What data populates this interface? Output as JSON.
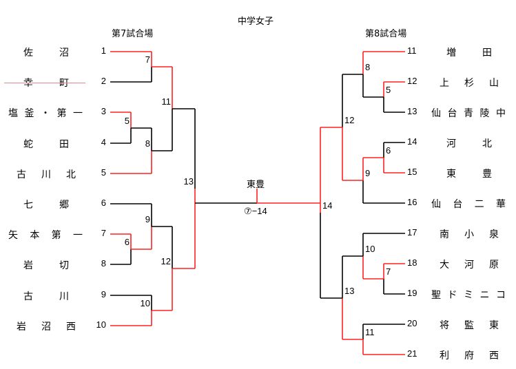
{
  "title": "中学女子",
  "left_venue": "第7試合場",
  "right_venue": "第8試合場",
  "final": {
    "winner": "東豊",
    "score": "⑦−14",
    "left_match": "13",
    "right_match": "14",
    "winner_side": "right"
  },
  "colors": {
    "winner_line": "#ff2020",
    "loser_line": "#000000",
    "strike": "#e08a8a"
  },
  "left_teams": [
    {
      "seed": "1",
      "name": [
        "佐",
        "沼"
      ],
      "struck": false
    },
    {
      "seed": "2",
      "name": [
        "幸",
        "町"
      ],
      "struck": true
    },
    {
      "seed": "3",
      "name": [
        "塩",
        "釜",
        "・",
        "第",
        "一"
      ],
      "struck": false
    },
    {
      "seed": "4",
      "name": [
        "蛇",
        "田"
      ],
      "struck": false
    },
    {
      "seed": "5",
      "name": [
        "古",
        "川",
        "北"
      ],
      "struck": false
    },
    {
      "seed": "6",
      "name": [
        "七",
        "郷"
      ],
      "struck": false
    },
    {
      "seed": "7",
      "name": [
        "矢",
        "本",
        "第",
        "一"
      ],
      "struck": false
    },
    {
      "seed": "8",
      "name": [
        "岩",
        "切"
      ],
      "struck": false
    },
    {
      "seed": "9",
      "name": [
        "古",
        "川"
      ],
      "struck": false
    },
    {
      "seed": "10",
      "name": [
        "岩",
        "沼",
        "西"
      ],
      "struck": false
    }
  ],
  "right_teams": [
    {
      "seed": "11",
      "name": [
        "増",
        "田"
      ]
    },
    {
      "seed": "12",
      "name": [
        "上",
        "杉",
        "山"
      ]
    },
    {
      "seed": "13",
      "name": [
        "仙",
        "台",
        "青",
        "陵",
        "中"
      ]
    },
    {
      "seed": "14",
      "name": [
        "河",
        "北"
      ]
    },
    {
      "seed": "15",
      "name": [
        "東",
        "豊"
      ]
    },
    {
      "seed": "16",
      "name": [
        "仙",
        "台",
        "二",
        "華"
      ]
    },
    {
      "seed": "17",
      "name": [
        "南",
        "小",
        "泉"
      ]
    },
    {
      "seed": "18",
      "name": [
        "大",
        "河",
        "原"
      ]
    },
    {
      "seed": "19",
      "name": [
        "聖",
        "ド",
        "ミ",
        "ニ",
        "コ"
      ]
    },
    {
      "seed": "20",
      "name": [
        "将",
        "監",
        "東"
      ]
    },
    {
      "seed": "21",
      "name": [
        "利",
        "府",
        "西"
      ]
    }
  ],
  "left_matches": [
    {
      "id": "7",
      "a": "t1",
      "b": "t2",
      "winner": "a"
    },
    {
      "id": "5",
      "a": "t3",
      "b": "t4",
      "winner": "a"
    },
    {
      "id": "8",
      "a": "m5",
      "b": "t5",
      "winner": "b"
    },
    {
      "id": "11",
      "a": "m7",
      "b": "m8",
      "winner": "a"
    },
    {
      "id": "6",
      "a": "t7",
      "b": "t8",
      "winner": "a"
    },
    {
      "id": "9",
      "a": "t6",
      "b": "m6",
      "winner": "b"
    },
    {
      "id": "10",
      "a": "t9",
      "b": "t10",
      "winner": "b"
    },
    {
      "id": "12",
      "a": "m9",
      "b": "m10",
      "winner": "b"
    },
    {
      "id": "13",
      "a": "m11",
      "b": "m12",
      "winner": "b"
    }
  ],
  "right_matches": [
    {
      "id": "5",
      "a": "t12",
      "b": "t13",
      "winner": "a"
    },
    {
      "id": "8",
      "a": "t11",
      "b": "m5",
      "winner": "a"
    },
    {
      "id": "6",
      "a": "t14",
      "b": "t15",
      "winner": "b"
    },
    {
      "id": "9",
      "a": "m6",
      "b": "t16",
      "winner": "a"
    },
    {
      "id": "12",
      "a": "m8",
      "b": "m9",
      "winner": "b"
    },
    {
      "id": "7",
      "a": "t18",
      "b": "t19",
      "winner": "a"
    },
    {
      "id": "10",
      "a": "t17",
      "b": "m7",
      "winner": "b"
    },
    {
      "id": "11",
      "a": "t20",
      "b": "t21",
      "winner": "b"
    },
    {
      "id": "13",
      "a": "m10",
      "b": "m11",
      "winner": "b"
    },
    {
      "id": "14",
      "a": "m12",
      "b": "m13",
      "winner": "a"
    }
  ]
}
